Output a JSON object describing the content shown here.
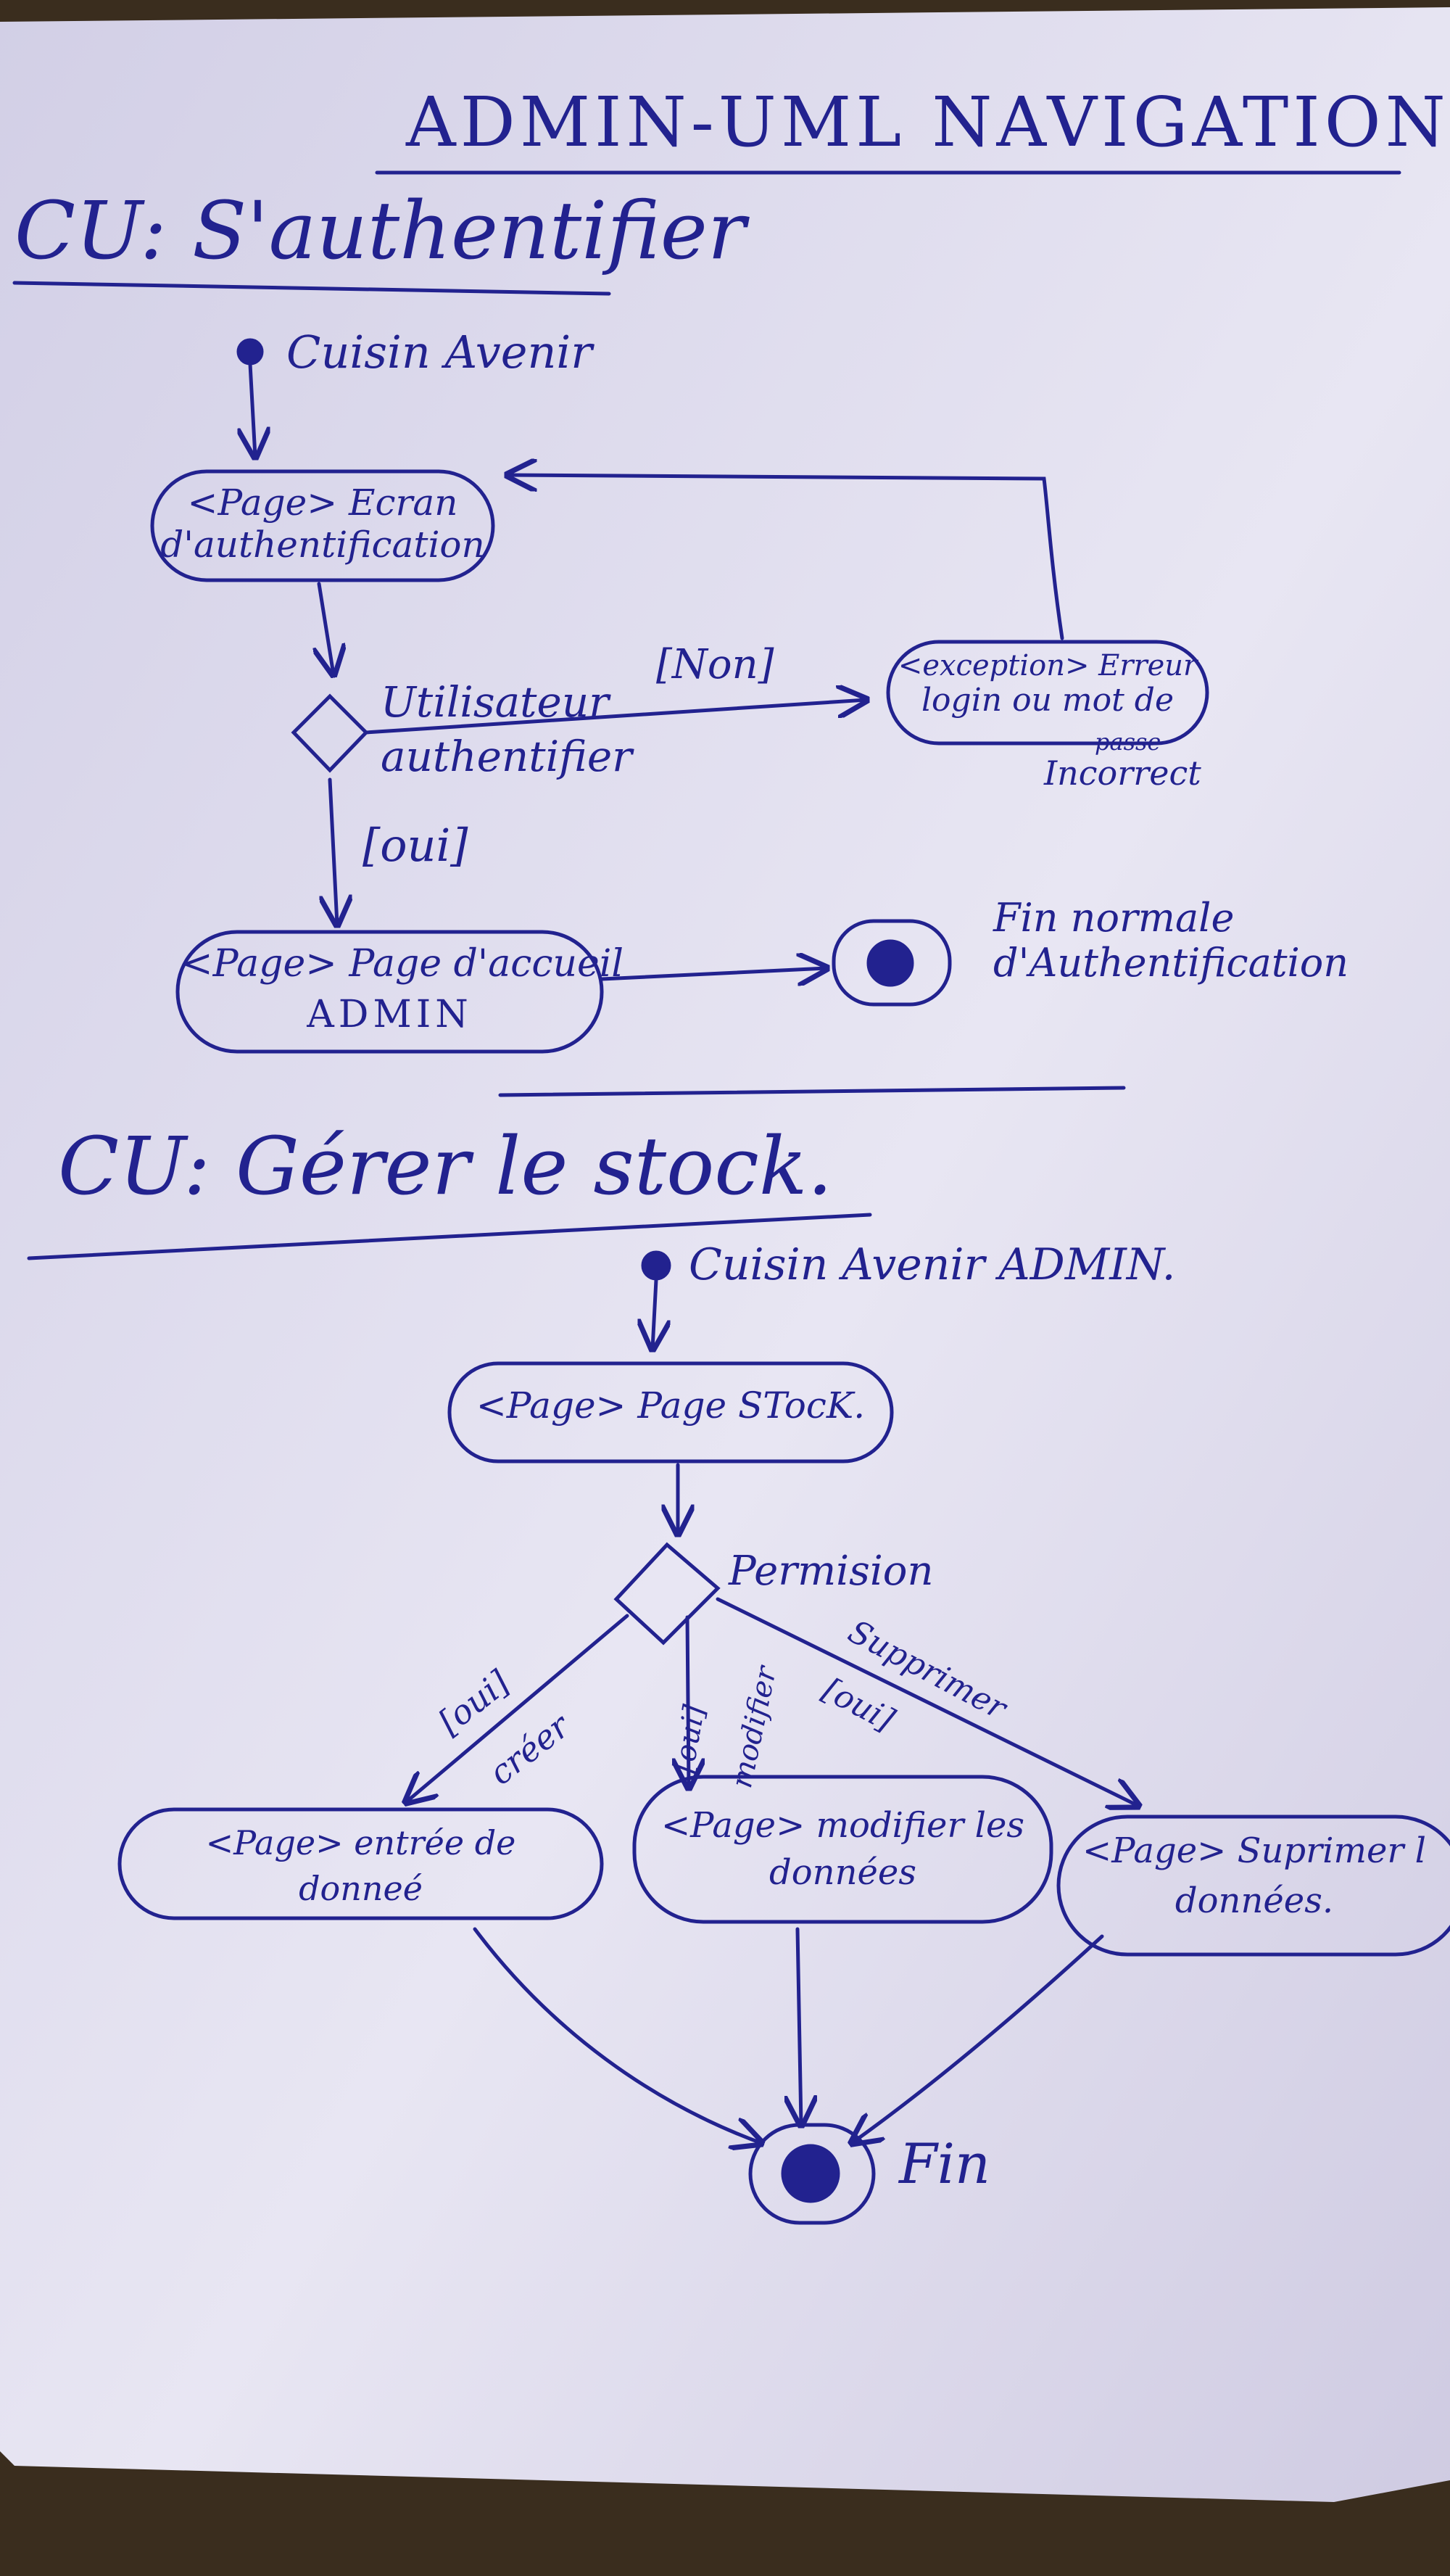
{
  "title": "ADMIN-UML NAVIGATION",
  "section1": {
    "heading": "CU: S'authentifier",
    "start_label": "Cuisin Avenir",
    "node_login_page": {
      "line1": "<Page> Ecran",
      "line2": "d'authentification"
    },
    "decision_label": {
      "line1": "Utilisateur",
      "line2": "authentifier"
    },
    "guard_no": "[Non]",
    "guard_yes": "[oui]",
    "node_error": {
      "line1": "<exception> Erreur",
      "line2": "login ou mot de",
      "line3": "passe",
      "line4": "Incorrect"
    },
    "node_home": {
      "line1": "<Page> Page d'accueil",
      "line2": "ADMIN"
    },
    "end_label": {
      "line1": "Fin normale",
      "line2": "d'Authentification"
    }
  },
  "section2": {
    "heading": "CU: Gérer le stock.",
    "start_label": "Cuisin Avenir ADMIN.",
    "node_stock": "<Page> Page STocK.",
    "decision_label": "Permision",
    "edge_create": {
      "guard": "[oui]",
      "action": "créer"
    },
    "edge_modify": {
      "guard": "[oui]",
      "action": "modifier"
    },
    "edge_delete": {
      "guard": "[oui]",
      "action": "Supprimer"
    },
    "node_entry": {
      "line1": "<Page> entrée de",
      "line2": "donneé"
    },
    "node_modify": {
      "line1": "<Page> modifier les",
      "line2": "données"
    },
    "node_delete": {
      "line1": "<Page> Suprimer l",
      "line2": "données."
    },
    "end_label": "Fin"
  },
  "colors": {
    "ink": "#22228f",
    "paper": "#dcd9ec",
    "background": "#3a2d1e"
  }
}
